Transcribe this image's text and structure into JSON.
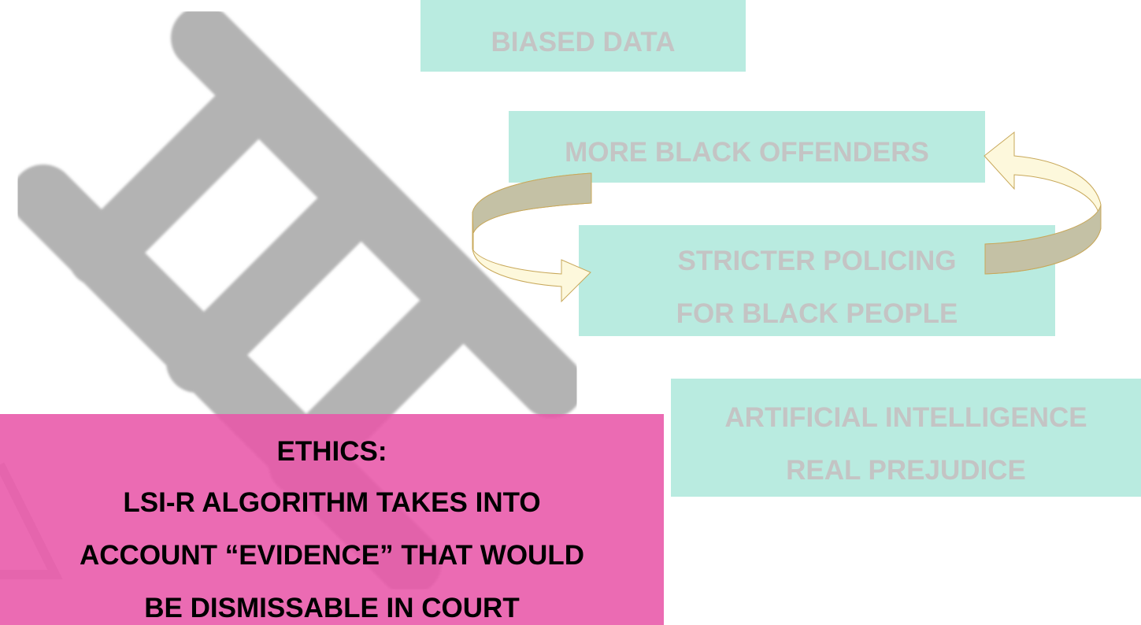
{
  "boxes": {
    "biased_data": "BIASED DATA",
    "more_black_offenders": "MORE BLACK OFFENDERS",
    "stricter_policing_line1": "STRICTER POLICING",
    "stricter_policing_line2": "FOR BLACK PEOPLE",
    "ai_line1": "ARTIFICIAL INTELLIGENCE",
    "ai_line2": "REAL PREJUDICE"
  },
  "ethics": {
    "heading": "ETHICS:",
    "line1": "LSI-R ALGORITHM TAKES INTO",
    "line2": "ACCOUNT “EVIDENCE” THAT WOULD",
    "line3": "BE DISMISSABLE IN COURT"
  },
  "colors": {
    "box_fill": "#b9ebe0",
    "box_text": "#c4c4c4",
    "ethics_fill": "#e856a8",
    "ladder": "#b3b3b3",
    "arrow_light": "#fdf8dc",
    "arrow_dark": "#c4c1a5"
  },
  "icons": [
    "ladder-icon",
    "cycle-arrow-left-icon",
    "cycle-arrow-right-icon"
  ]
}
